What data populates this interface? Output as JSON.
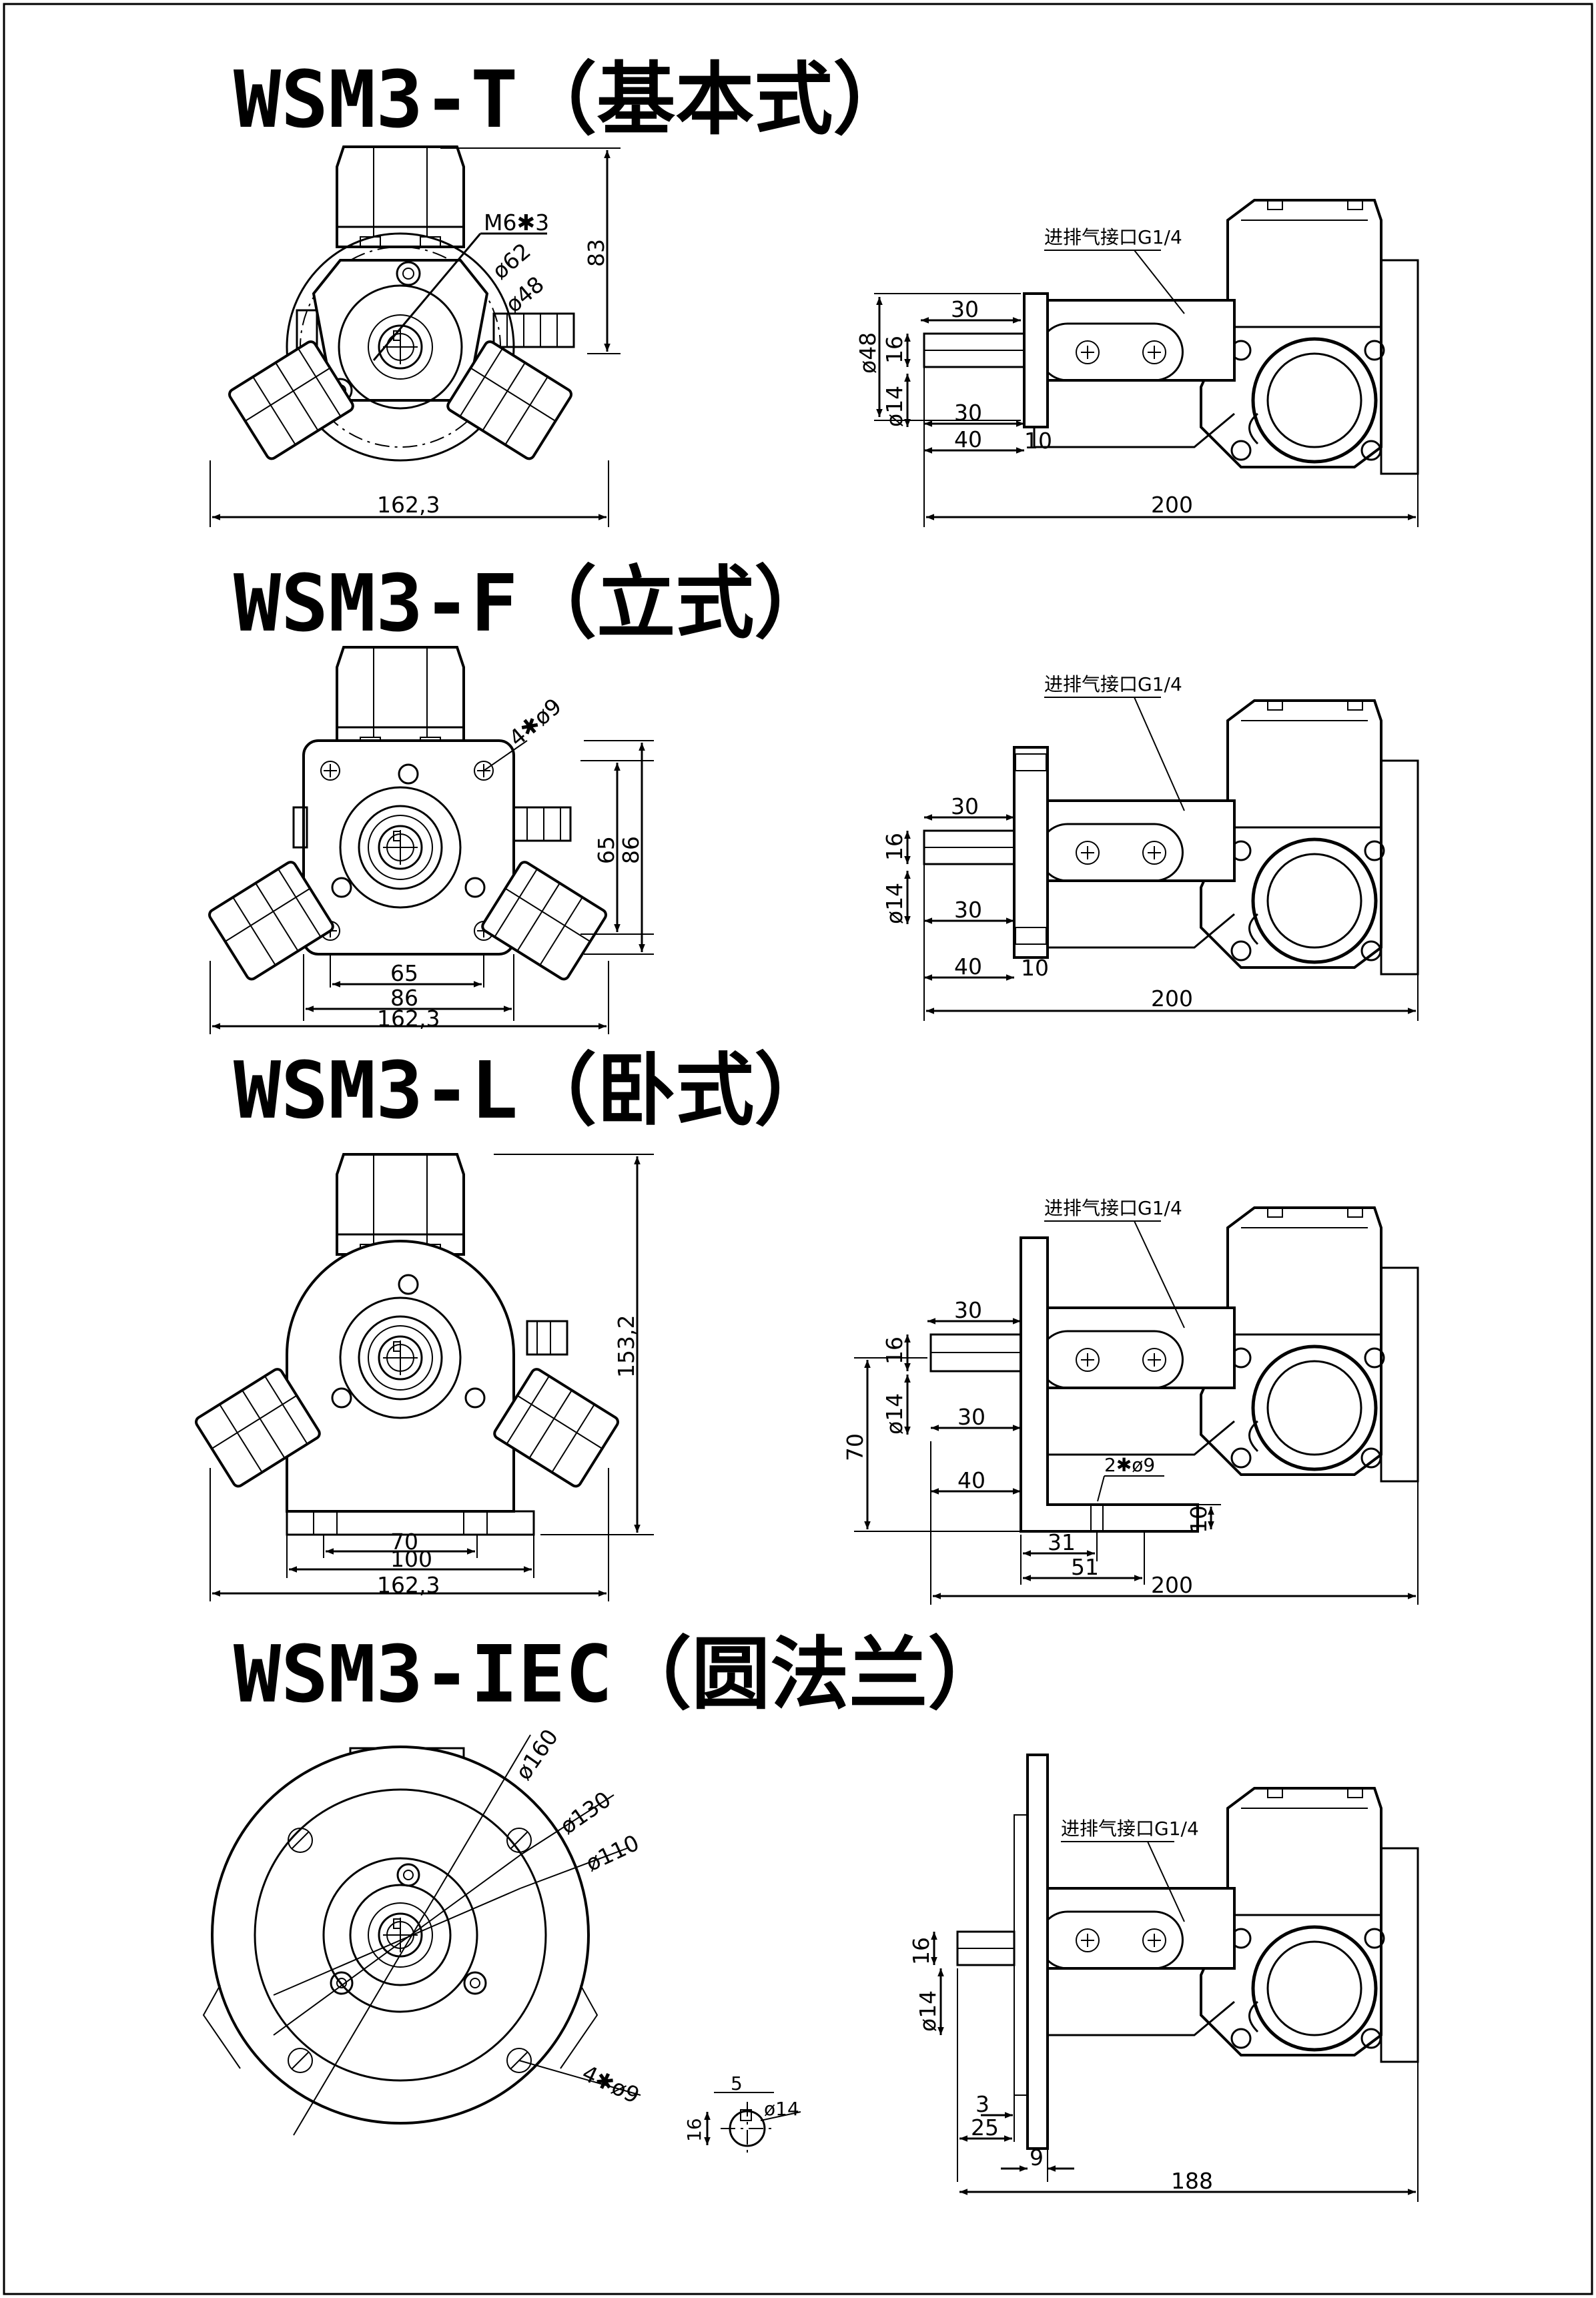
{
  "sections": [
    {
      "title": "WSM3-T（基本式）",
      "front": {
        "callouts": [
          "M6✱3",
          "ø62",
          "ø48"
        ],
        "dims": [
          "83",
          "162,3"
        ]
      },
      "side": {
        "port": "进排气接口G1/4",
        "dims": [
          "30",
          "ø48",
          "16",
          "ø14",
          "30",
          "40",
          "10",
          "200"
        ]
      }
    },
    {
      "title": "WSM3-F（立式）",
      "front": {
        "callouts": [
          "4✱ø9"
        ],
        "dims": [
          "65",
          "86",
          "65",
          "86",
          "162,3"
        ]
      },
      "side": {
        "port": "进排气接口G1/4",
        "dims": [
          "30",
          "16",
          "ø14",
          "30",
          "40",
          "10",
          "200"
        ]
      }
    },
    {
      "title": "WSM3-L（卧式）",
      "front": {
        "dims": [
          "153,2",
          "70",
          "100",
          "162,3"
        ]
      },
      "side": {
        "port": "进排气接口G1/4",
        "hole": "2✱ø9",
        "dims": [
          "30",
          "16",
          "ø14",
          "30",
          "70",
          "40",
          "31",
          "51",
          "10",
          "200"
        ]
      }
    },
    {
      "title": "WSM3-IEC（圆法兰）",
      "front": {
        "callouts": [
          "ø160",
          "ø130",
          "ø110",
          "4✱ø9"
        ]
      },
      "shaft": {
        "dims": [
          "5",
          "16",
          "ø14"
        ]
      },
      "side": {
        "port": "进排气接口G1/4",
        "dims": [
          "16",
          "ø14",
          "3",
          "25",
          "9",
          "188"
        ]
      }
    }
  ]
}
